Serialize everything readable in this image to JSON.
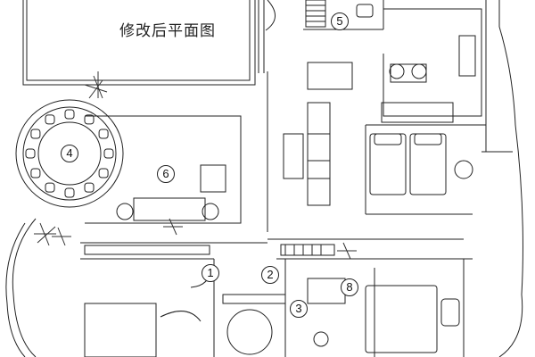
{
  "title": "修改后平面图",
  "markers": [
    "1",
    "2",
    "3",
    "4",
    "5",
    "6",
    "8"
  ],
  "colors": {
    "line": "#222222",
    "background": "#ffffff"
  }
}
